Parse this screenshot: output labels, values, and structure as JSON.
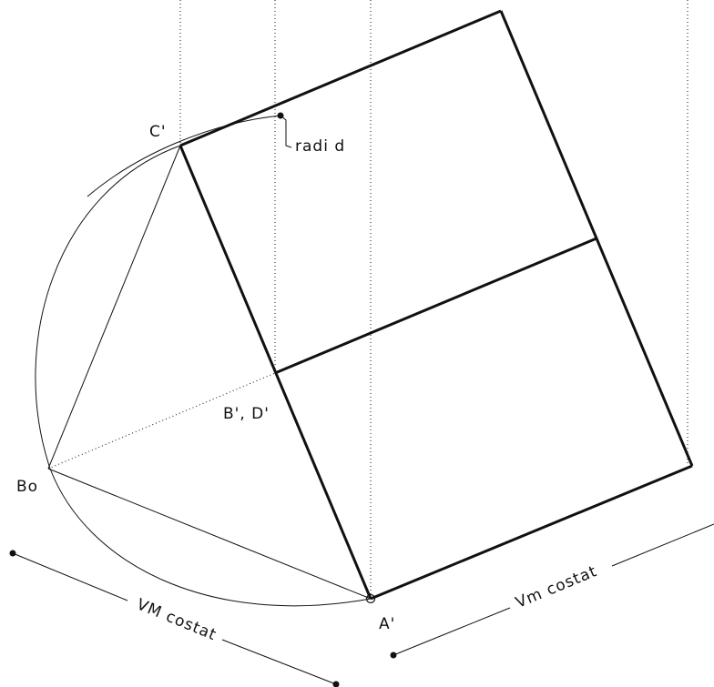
{
  "labels": {
    "c_prime": "C'",
    "radi": "radi d",
    "b_d_prime": "B', D'",
    "bo": "Bo",
    "a_prime": "A'",
    "vm_small": "VM costat",
    "vm_large": "Vm costat"
  },
  "colors": {
    "ink": "#111111",
    "background": "#ffffff"
  }
}
